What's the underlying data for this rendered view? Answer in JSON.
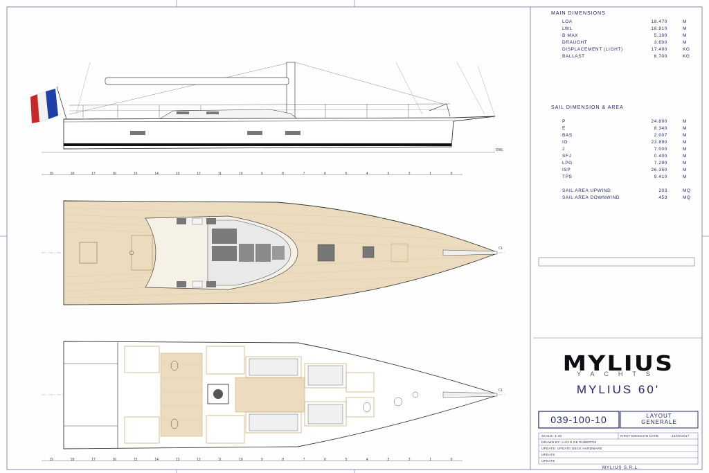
{
  "main_dimensions": {
    "title": "MAIN DIMENSIONS",
    "rows": [
      {
        "key": "LOA",
        "value": "18.470",
        "unit": "M"
      },
      {
        "key": "LWL",
        "value": "16.910",
        "unit": "M"
      },
      {
        "key": "B MAX",
        "value": "5.190",
        "unit": "M"
      },
      {
        "key": "DRAUGHT",
        "value": "3.600",
        "unit": "M"
      },
      {
        "key": "DISPLACEMENT (LIGHT)",
        "value": "17.400",
        "unit": "KG"
      },
      {
        "key": "BALLAST",
        "value": "6.700",
        "unit": "KG"
      }
    ]
  },
  "sail_dimensions": {
    "title": "SAIL DIMENSION & AREA",
    "rows": [
      {
        "key": "P",
        "value": "24.800",
        "unit": "M"
      },
      {
        "key": "E",
        "value": "8.340",
        "unit": "M"
      },
      {
        "key": "BAS",
        "value": "2.007",
        "unit": "M"
      },
      {
        "key": "IG",
        "value": "23.890",
        "unit": "M"
      },
      {
        "key": "J",
        "value": "7.000",
        "unit": "M"
      },
      {
        "key": "SFJ",
        "value": "0.400",
        "unit": "M"
      },
      {
        "key": "LPG",
        "value": "7.290",
        "unit": "M"
      },
      {
        "key": "ISP",
        "value": "26.350",
        "unit": "M"
      },
      {
        "key": "TPS",
        "value": "9.410",
        "unit": "M"
      }
    ],
    "areas": [
      {
        "key": "SAIL AREA UPWIND",
        "value": "203",
        "unit": "MQ"
      },
      {
        "key": "SAIL AREA DOWNWIND",
        "value": "453",
        "unit": "MQ"
      }
    ]
  },
  "brand": {
    "logo": "MYLIUS",
    "logo_sub": "YACHTS",
    "model": "MYLIUS 60'"
  },
  "drawing": {
    "number": "039-100-10",
    "title_line1": "LAYOUT",
    "title_line2": "GENERALE",
    "scale": "SCALE: 1:40",
    "first_emission_label": "FIRST EMISSION DATE:",
    "first_emission_date": "12/09/2017",
    "drawn_by": "DRAWN BY: LUCIO DE RUBERTIS",
    "update1": "UPDATE: UPDATE DECK HARDWARE",
    "update2": "UPDATE",
    "update3": "UPDATE",
    "company": "MYLIUS S.R.L."
  },
  "labels": {
    "dwl": "DWL",
    "cl_deck": "CL",
    "cl_interior": "CL"
  },
  "stations": [
    "19",
    "18",
    "17",
    "16",
    "15",
    "14",
    "13",
    "12",
    "11",
    "10",
    "9",
    "8",
    "7",
    "6",
    "5",
    "4",
    "3",
    "2",
    "1",
    "0"
  ],
  "colors": {
    "ink": "#1e2466",
    "deck": "#ecdcbf",
    "wood": "#c9a46a",
    "grey": "#808080",
    "flag_blue": "#1f3fa8",
    "flag_red": "#c8282a"
  }
}
